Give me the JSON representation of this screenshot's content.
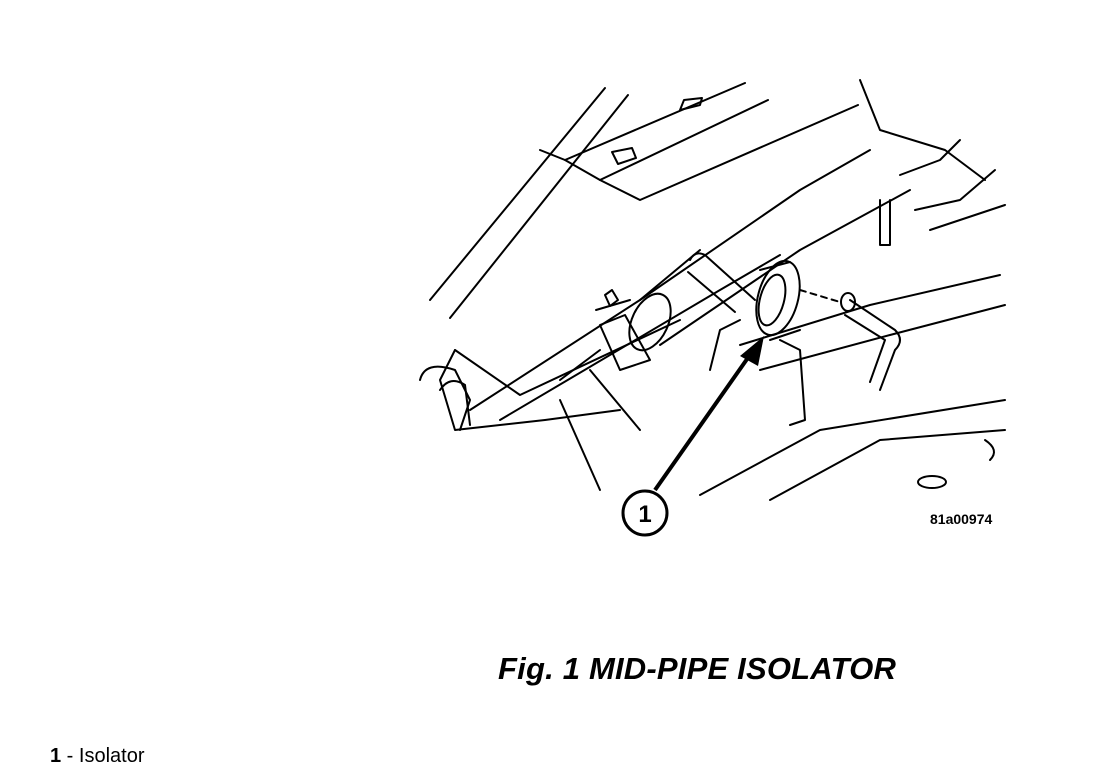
{
  "illustration": {
    "callout": {
      "number": "1"
    },
    "figure_id": "81a00974"
  },
  "caption": "Fig. 1 MID-PIPE ISOLATOR",
  "legend": [
    {
      "number": "1",
      "separator": " - ",
      "label": "Isolator"
    }
  ]
}
